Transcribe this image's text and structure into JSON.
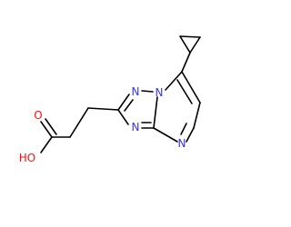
{
  "molecule": {
    "colors": {
      "bond": "#000000",
      "nitrogen": "#3333ff",
      "oxygen": "#ff0d0d",
      "background": "#ffffff"
    },
    "atom_labels": {
      "n1": "N",
      "n2": "N",
      "n3": "N",
      "n4": "N",
      "o_carbonyl": "O",
      "o_hydroxyl": "HO"
    }
  }
}
